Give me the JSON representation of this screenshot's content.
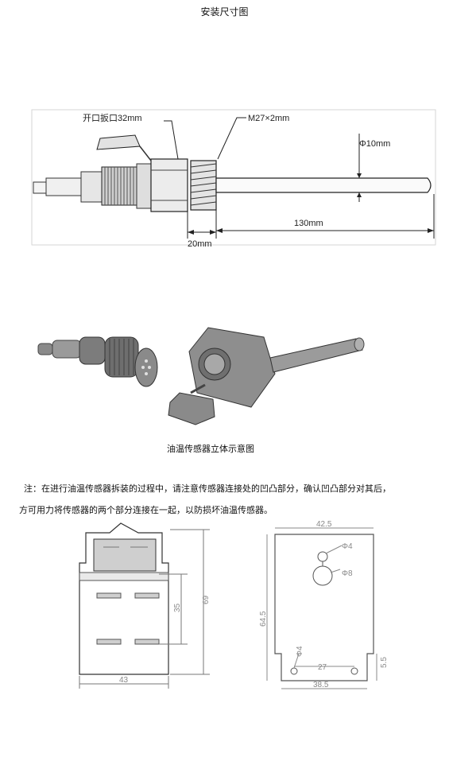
{
  "title": "安装尺寸图",
  "drawing": {
    "wrench_label": "开口扳口32mm",
    "thread_label": "M27×2mm",
    "diameter_label": "Φ10mm",
    "length_label": "130mm",
    "thread_length_label": "20mm"
  },
  "caption": "油温传感器立体示意图",
  "note": {
    "line1": "注：在进行油温传感器拆装的过程中，请注意传感器连接处的凹凸部分，确认凹凸部分对其后，",
    "line2": "方可用力将传感器的两个部分连接在一起，以防损坏油温传感器。"
  },
  "bracket_left": {
    "dim_height": "69",
    "dim_inner": "35",
    "dim_width": "43"
  },
  "bracket_right": {
    "dim_width_top": "42.5",
    "dim_hole_small": "Φ4",
    "dim_hole_large": "Φ8",
    "dim_height": "64.5",
    "dim_hole_bottom": "Φ4",
    "dim_hole_spacing": "27",
    "dim_edge": "5.5",
    "dim_width_bottom": "38.5"
  }
}
